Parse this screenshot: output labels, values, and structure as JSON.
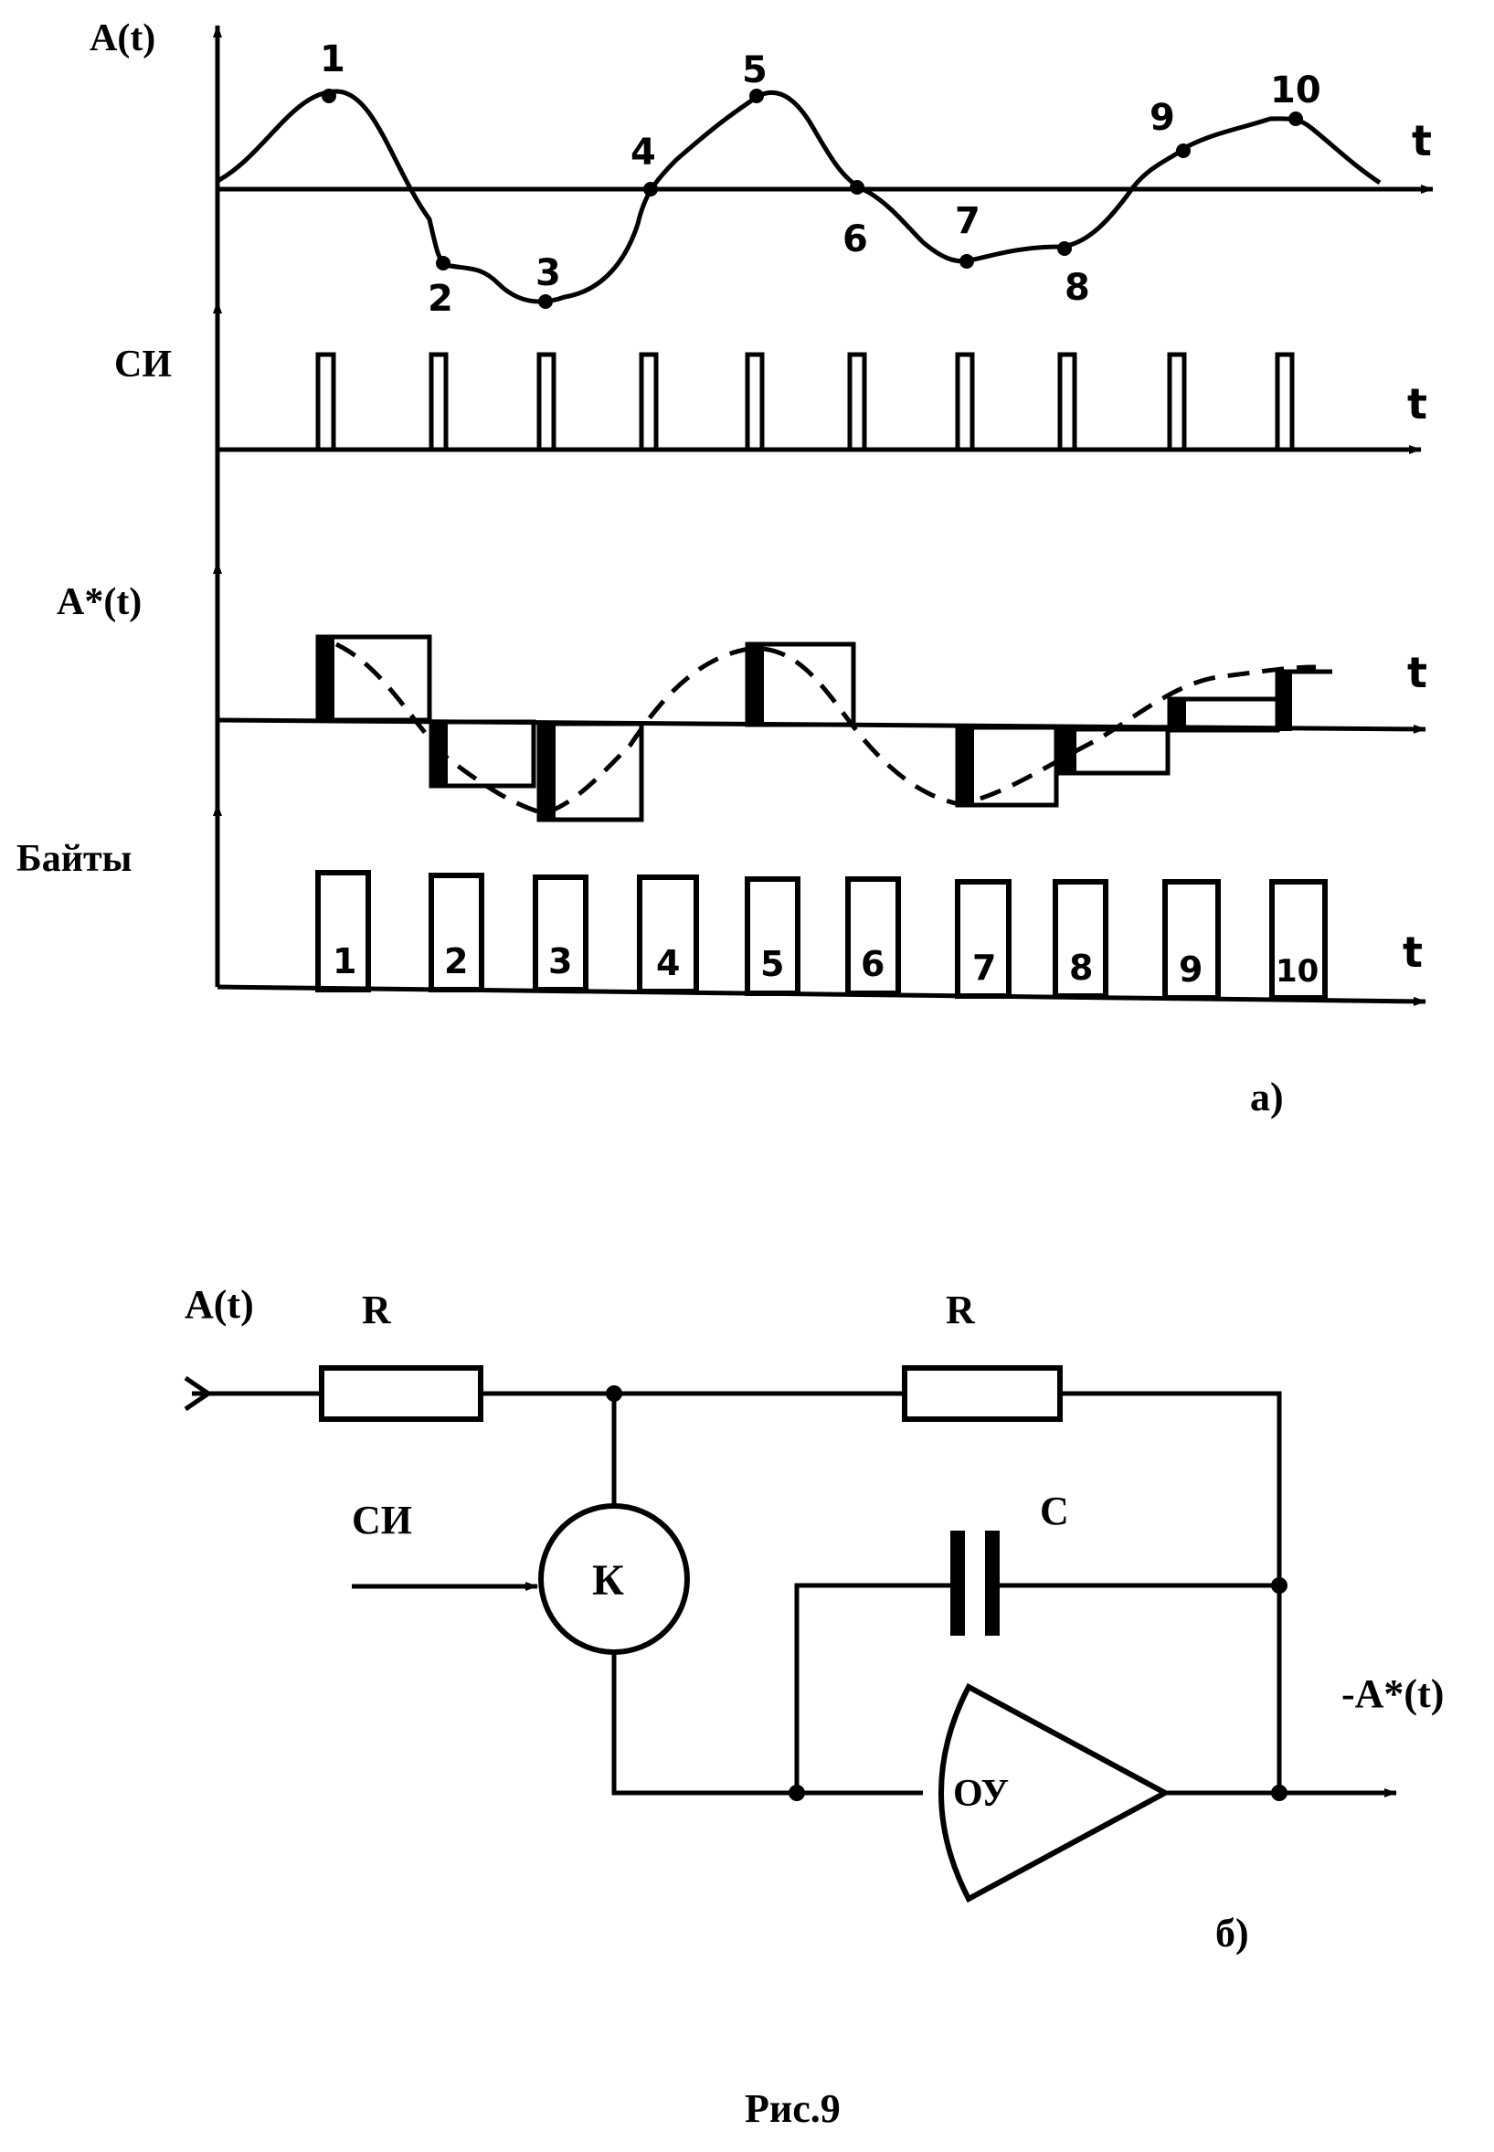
{
  "timing_diagram": {
    "signals": [
      {
        "id": "analog",
        "label": "A(t)",
        "axis_label": "t"
      },
      {
        "id": "clock",
        "label": "СИ",
        "axis_label": "t"
      },
      {
        "id": "held",
        "label": "A*(t)",
        "axis_label": "t"
      },
      {
        "id": "bytes",
        "label": "Байты",
        "axis_label": "t"
      }
    ],
    "sample_labels": [
      "1",
      "2",
      "3",
      "4",
      "5",
      "6",
      "7",
      "8",
      "9",
      "10"
    ],
    "byte_labels": [
      "1",
      "2",
      "3",
      "4",
      "5",
      "6",
      "7",
      "8",
      "9",
      "10"
    ],
    "part_label": "а)"
  },
  "circuit": {
    "input_label": "A(t)",
    "input_resistor_label": "R",
    "feedback_resistor_label": "R",
    "clock_label": "СИ",
    "switch_label": "К",
    "capacitor_label": "С",
    "opamp_label": "ОУ",
    "output_label": "-A*(t)",
    "part_label": "б)"
  },
  "caption": "Рис.9"
}
